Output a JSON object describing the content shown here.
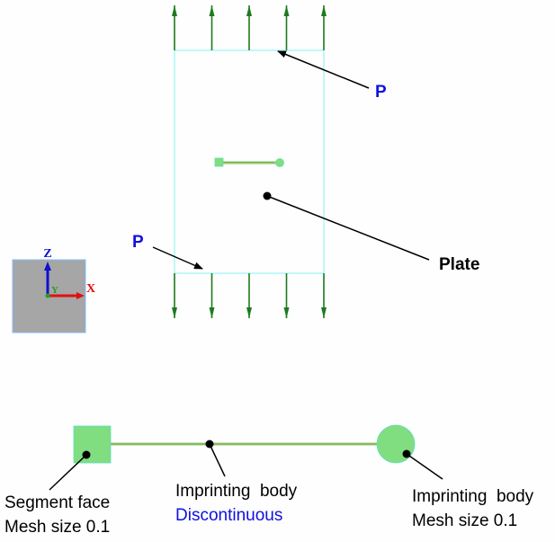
{
  "colors": {
    "plate_edge": "#9ff4f4",
    "load_arrow": "#1e7a1e",
    "leader": "#000000",
    "label_blue": "#1010e0",
    "body_fill": "#80dd80",
    "body_line": "#a3c07a",
    "axis_box": "#a6a6a6",
    "axis_x": "#e01010",
    "axis_y": "#20a020",
    "axis_z": "#1010d0"
  },
  "labels": {
    "p_top": "P",
    "p_bottom": "P",
    "plate": "Plate"
  },
  "axes": {
    "x": "X",
    "y": "Y",
    "z": "Z"
  },
  "callouts": {
    "segment_face": {
      "line1": "Segment face",
      "line2": "Mesh size 0.1"
    },
    "imprinting_body_mid": {
      "line1": "Imprinting  body",
      "line2": "Discontinuous"
    },
    "imprinting_body_right": {
      "line1": "Imprinting  body",
      "line2": "Mesh size 0.1"
    }
  },
  "load": {
    "top_arrow_count": 5,
    "bottom_arrow_count": 5,
    "direction_top": "up",
    "direction_bottom": "down"
  }
}
